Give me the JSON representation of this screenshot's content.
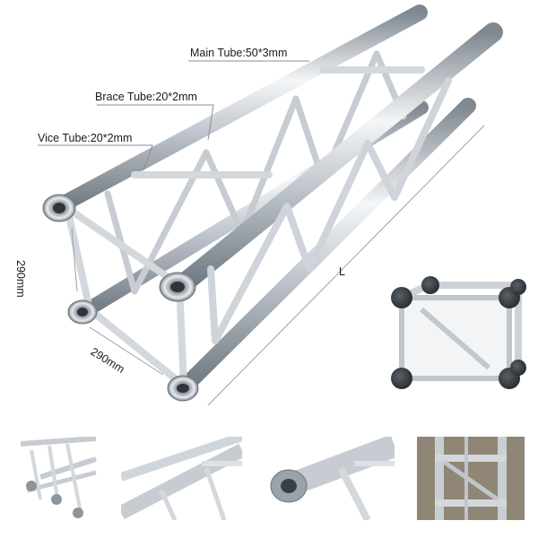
{
  "labels": {
    "main_tube": "Main Tube:50*3mm",
    "brace_tube": "Brace Tube:20*2mm",
    "vice_tube": "Vice Tube:20*2mm",
    "height": "290mm",
    "width": "290mm",
    "length": "L"
  },
  "colors": {
    "aluminum_light": "#eef1f4",
    "aluminum_mid": "#b9c0c8",
    "aluminum_dark": "#7f8891",
    "leader_line": "#8a8f95",
    "photo_ground": "#8a8070"
  }
}
